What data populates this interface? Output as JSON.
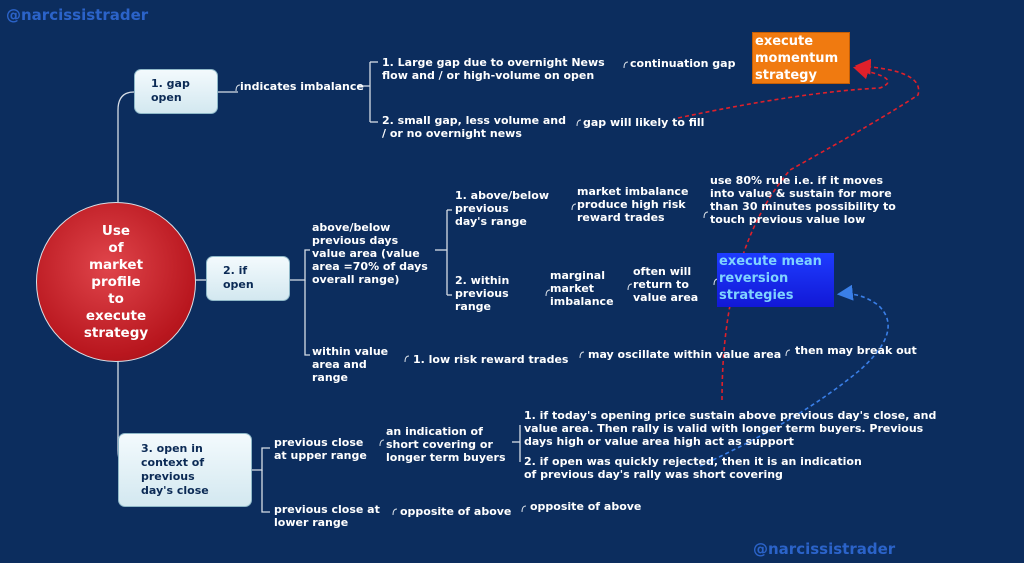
{
  "watermark": "@narcissistrader",
  "center": "Use\nof\nmarket\nprofile\nto\nexecute\nstrategy",
  "branch1": {
    "label": "1. gap\n    open",
    "detail": "indicates imbalance",
    "sub1": "1. Large gap due to overnight News\n    flow and / or high-volume on open",
    "sub1_result": "continuation gap",
    "sub2": "2. small gap, less volume and\n    / or no overnight news",
    "sub2_result": "gap will likely to fill"
  },
  "branch2": {
    "label": "2. if\n    open",
    "detail1": "above/below\nprevious days\nvalue area (value\narea =70% of days\noverall range)",
    "d1_sub1": "1. above/below\n    previous\n    day's range",
    "d1_sub1_a": "market imbalance\nproduce high risk\nreward trades",
    "d1_sub1_b": "use 80% rule i.e. if it moves\ninto value & sustain for more\nthan 30 minutes possibility to\ntouch previous value low",
    "d1_sub2": "2. within\n    previous\n    range",
    "d1_sub2_a": "marginal\nmarket\nimbalance",
    "d1_sub2_b": "often will\nreturn to\nvalue area",
    "detail2": "within value\narea and\nrange",
    "d2_sub1": "1. low risk reward trades",
    "d2_sub1_a": "may oscillate within value area",
    "d2_sub1_b": "then may break out"
  },
  "branch3": {
    "label": "3. open in\n    context of\n    previous\n    day's close",
    "detail1": "previous close\nat upper range",
    "d1_a": "an indication of\nshort covering or\nlonger term buyers",
    "d1_b1": "1. if today's opening price sustain above previous day's close, and\n    value area. Then rally is valid with longer term buyers. Previous\n    days high or value area high act as support",
    "d1_b2": "2. if open was quickly rejected, then it is an indication\n    of previous day's rally was short covering",
    "detail2": "previous close at\nlower range",
    "d2_a": "opposite of above",
    "d2_b": "opposite of above"
  },
  "exec_momentum": "execute\nmomentum\nstrategy",
  "exec_mean": "execute mean\nreversion\nstrategies",
  "colors": {
    "background": "#0c2d5e",
    "center": "#c0181f",
    "momentum": "#f07a10",
    "mean_reversion": "#1a2ef0",
    "red_arrow": "#e0202a",
    "blue_arrow": "#3a7fe8"
  }
}
